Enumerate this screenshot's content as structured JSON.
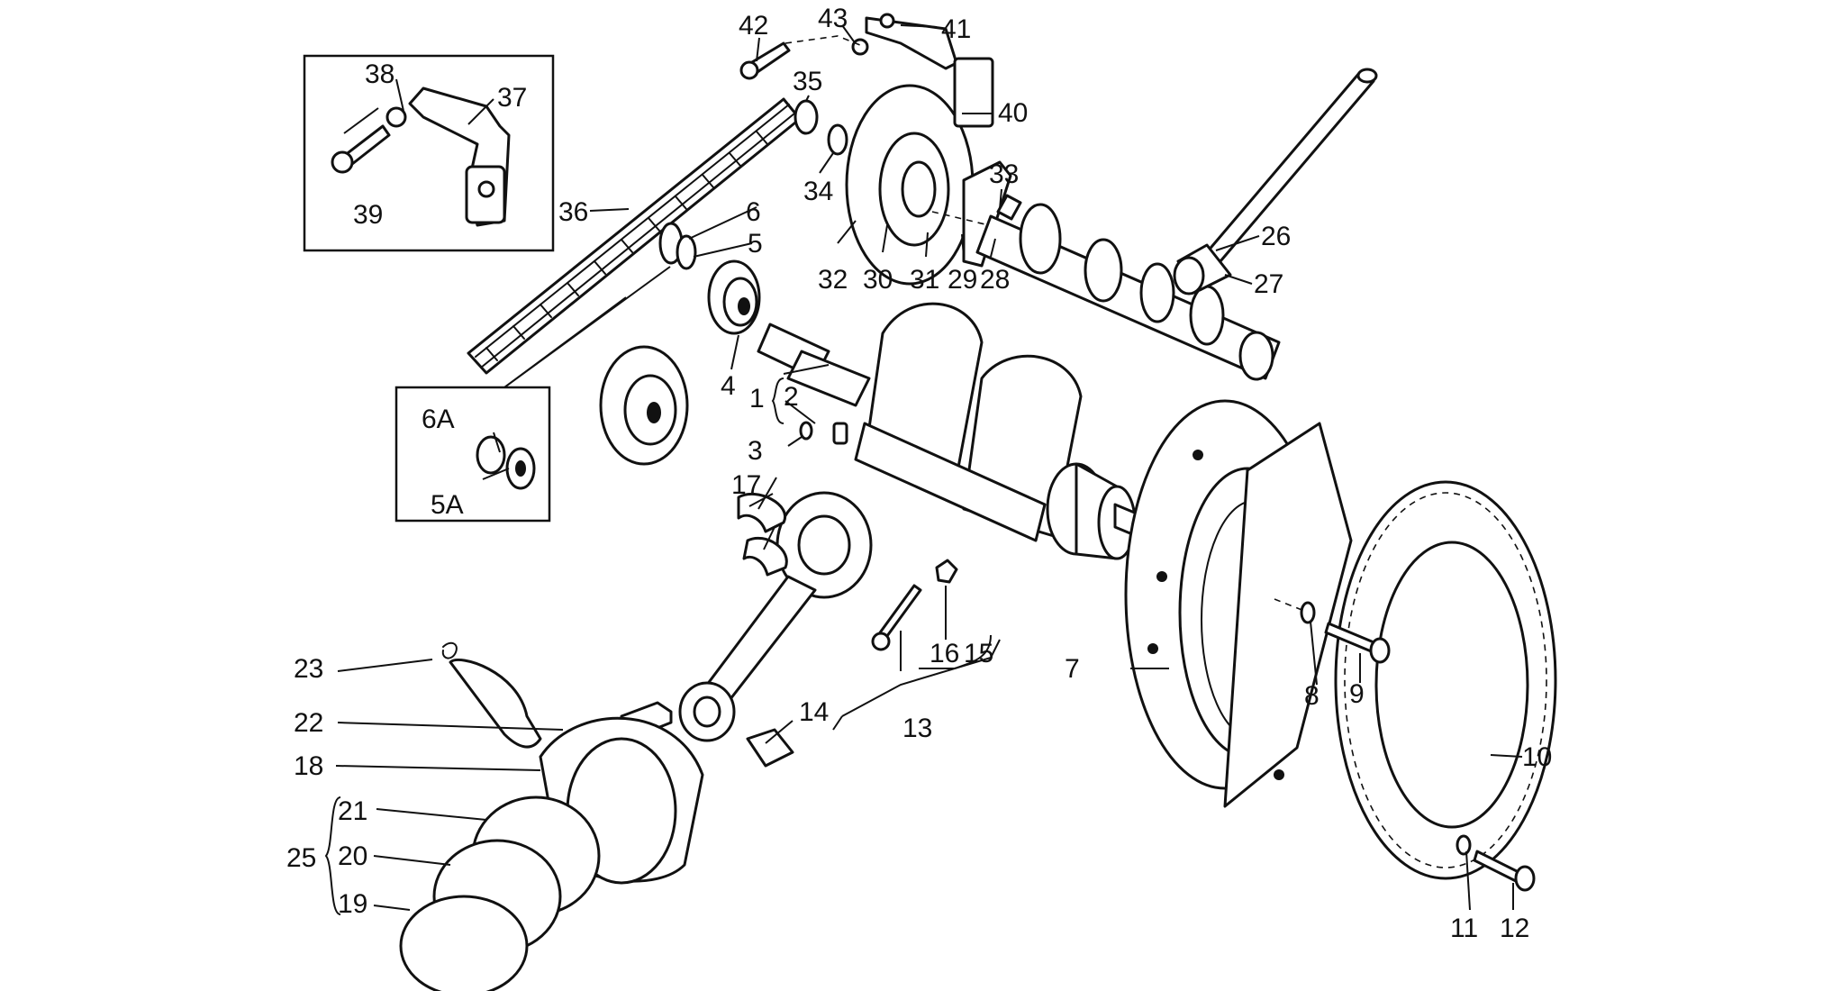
{
  "labels": {
    "l1": "1",
    "l2": "2",
    "l3": "3",
    "l4": "4",
    "l5": "5",
    "l5a": "5A",
    "l6": "6",
    "l6a": "6A",
    "l7": "7",
    "l8": "8",
    "l9": "9",
    "l10": "10",
    "l11": "11",
    "l12": "12",
    "l13": "13",
    "l14": "14",
    "l15": "15",
    "l16": "16",
    "l17": "17",
    "l18": "18",
    "l19": "19",
    "l20": "20",
    "l21": "21",
    "l22": "22",
    "l23": "23",
    "l25": "25",
    "l26": "26",
    "l27": "27",
    "l28": "28",
    "l29": "29",
    "l30": "30",
    "l31": "31",
    "l32": "32",
    "l33": "33",
    "l34": "34",
    "l35": "35",
    "l36": "36",
    "l37": "37",
    "l38": "38",
    "l39": "39",
    "l40": "40",
    "l41": "41",
    "l42": "42",
    "l43": "43"
  }
}
